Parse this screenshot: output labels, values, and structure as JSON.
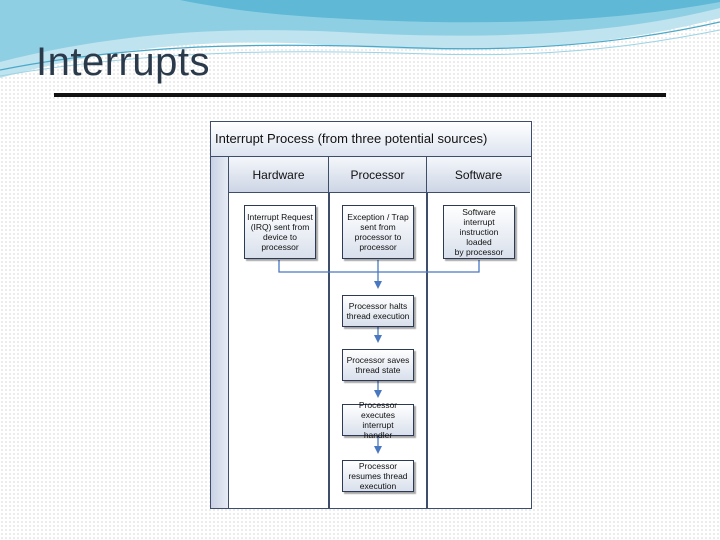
{
  "slide": {
    "title": "Interrupts"
  },
  "diagram": {
    "title": "Interrupt Process (from three potential sources)",
    "lanes": [
      {
        "label": "Hardware"
      },
      {
        "label": "Processor"
      },
      {
        "label": "Software"
      }
    ],
    "sources": [
      {
        "text": "Interrupt Request\n(IRQ) sent from\ndevice to\nprocessor"
      },
      {
        "text": "Exception / Trap\nsent from\nprocessor to\nprocessor"
      },
      {
        "text": "Software interrupt\ninstruction loaded\nby processor"
      }
    ],
    "steps": [
      {
        "text": "Processor halts\nthread execution"
      },
      {
        "text": "Processor saves\nthread state"
      },
      {
        "text": "Processor\nexecutes interrupt\nhandler"
      },
      {
        "text": "Processor\nresumes thread\nexecution"
      }
    ],
    "colors": {
      "connector": "#4a78c0",
      "border": "#2c3a56",
      "title_text": "#2b3a4a"
    }
  }
}
